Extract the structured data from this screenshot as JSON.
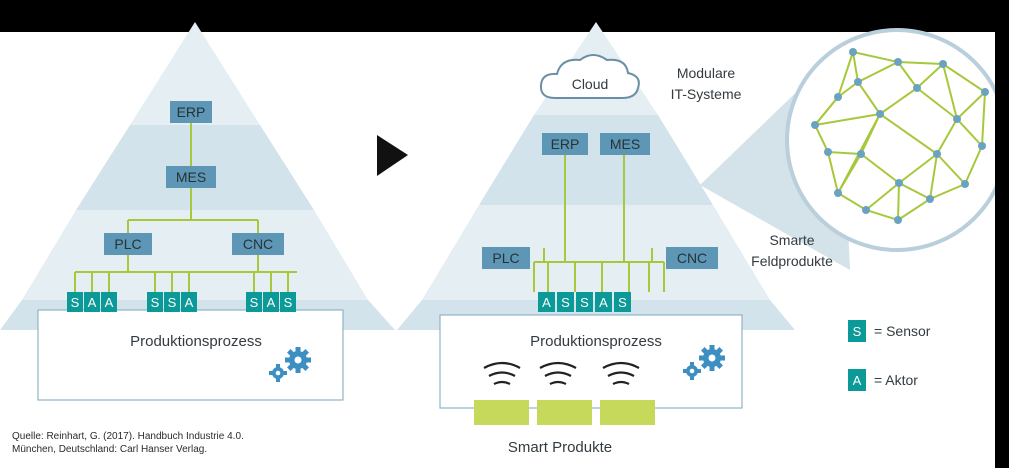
{
  "colors": {
    "pyramid_light": "#e4eef3",
    "pyramid_dark": "#cfdfe8",
    "box_fill": "#5e97b5",
    "sa_fill": "#0b9a97",
    "link_green": "#a7c83b",
    "device_green": "#c7d95a",
    "node_blue": "#6aa3c0",
    "gear_blue": "#3d8fc2"
  },
  "left_pyramid": {
    "erp": "ERP",
    "mes": "MES",
    "plc": "PLC",
    "cnc": "CNC",
    "field_group_1": [
      "S",
      "A",
      "A"
    ],
    "field_group_2": [
      "S",
      "S",
      "A"
    ],
    "field_group_3": [
      "S",
      "A",
      "S"
    ],
    "process_label": "Produktionsprozess",
    "gear_icon": "gear-icon"
  },
  "right_pyramid": {
    "cloud": "Cloud",
    "cloud_caption_line1": "Modulare",
    "cloud_caption_line2": "IT-Systeme",
    "erp": "ERP",
    "mes": "MES",
    "plc": "PLC",
    "cnc": "CNC",
    "field_group": [
      "A",
      "S",
      "S",
      "A",
      "S"
    ],
    "process_label": "Produktionsprozess",
    "smart_caption_line1": "Smarte",
    "smart_caption_line2": "Feldprodukte",
    "smart_products_label": "Smart Produkte",
    "wifi_icon": "wifi-icon",
    "gear_icon": "gear-icon"
  },
  "arrow_icon": "play-arrow-icon",
  "legend": {
    "sensor_symbol": "S",
    "sensor_text": "= Sensor",
    "actor_symbol": "A",
    "actor_text": "= Aktor"
  },
  "source": {
    "line1": "Quelle: Reinhart, G. (2017). Handbuch Industrie 4.0.",
    "line2": "München, Deutschland: Carl Hanser Verlag."
  }
}
